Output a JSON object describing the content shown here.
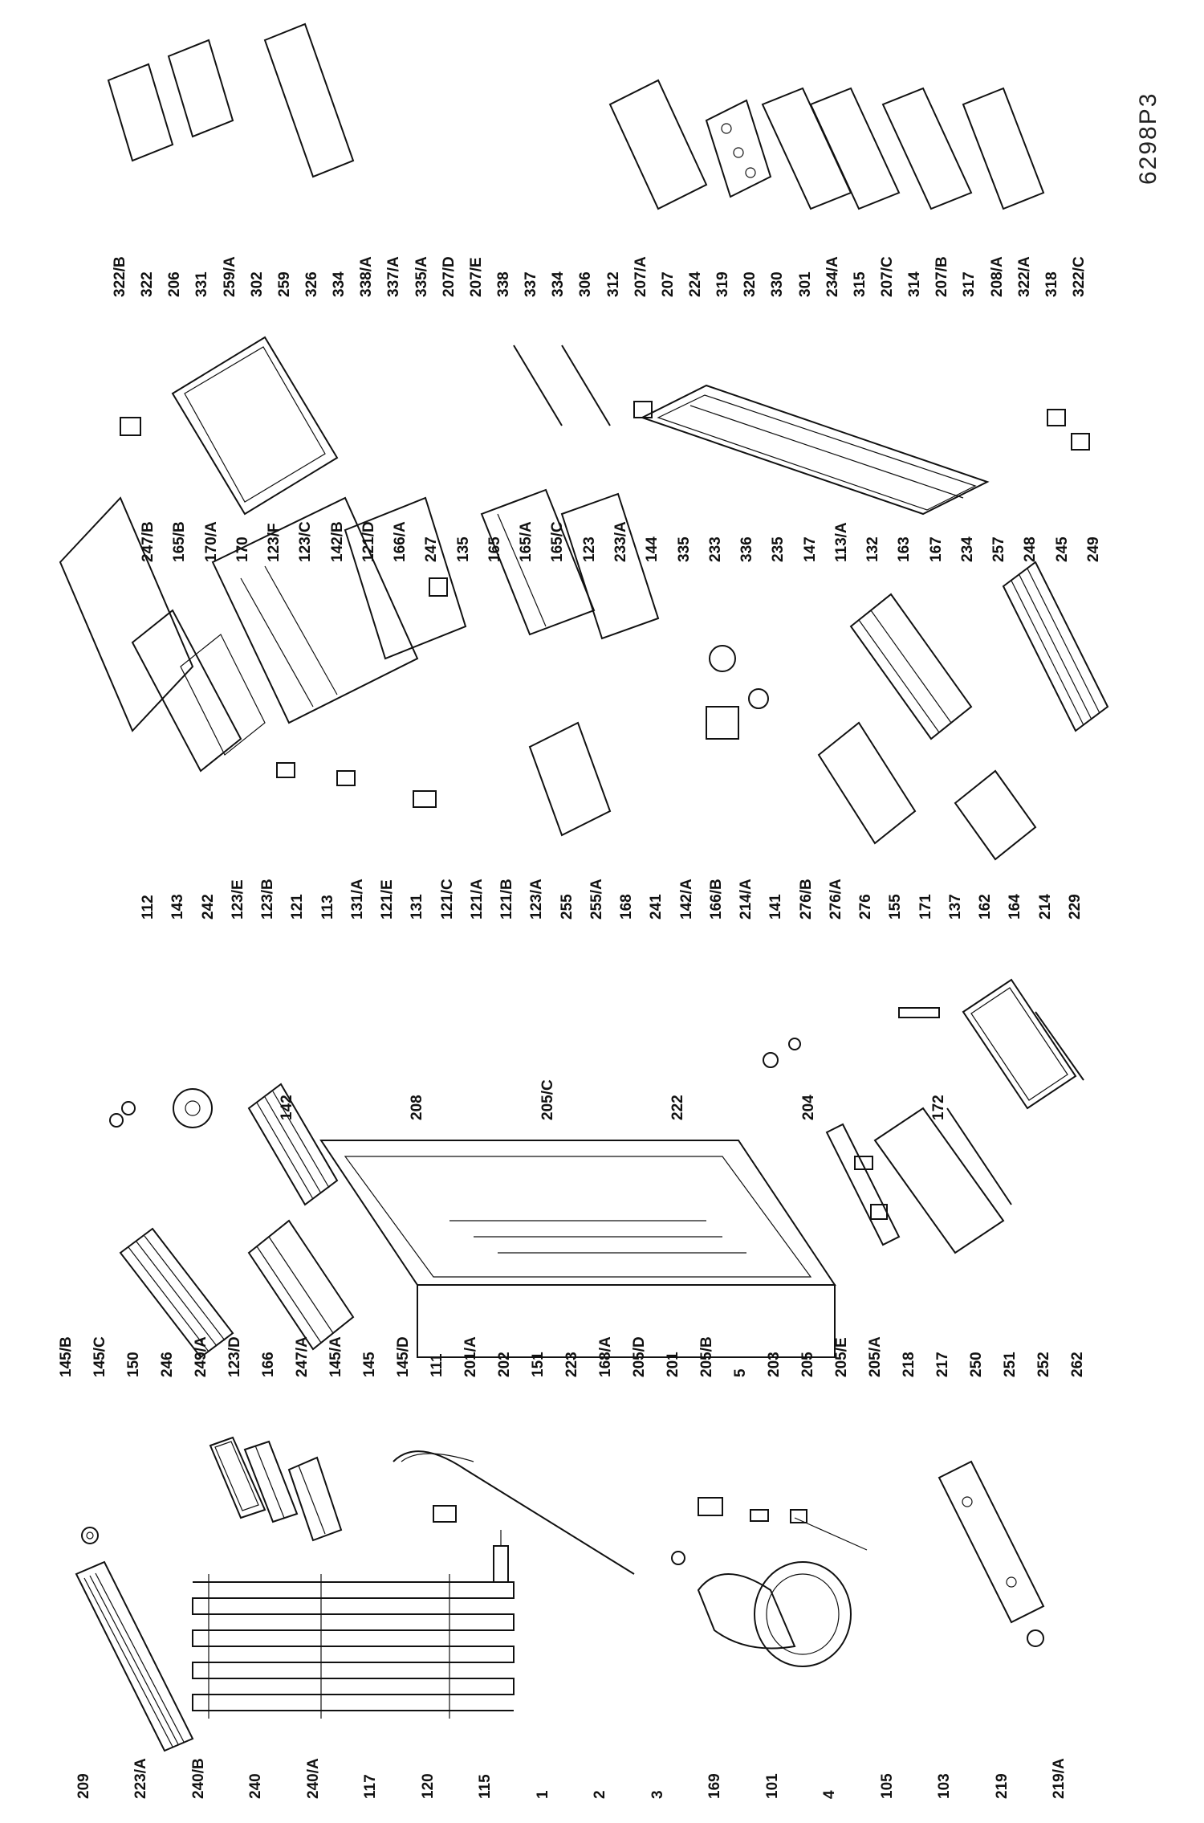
{
  "diagram": {
    "code": "6298P3",
    "labels_left": [
      "209",
      "223/A",
      "240/B",
      "240",
      "240/A",
      "117",
      "120",
      "115",
      "1",
      "2",
      "3",
      "169",
      "101",
      "4",
      "105",
      "103",
      "219",
      "219/A"
    ],
    "labels_mid": [
      "145/B",
      "145/C",
      "150",
      "246",
      "249/A",
      "123/D",
      "166",
      "247/A",
      "145/A",
      "145",
      "145/D",
      "111",
      "201/A",
      "202",
      "151",
      "223",
      "168/A",
      "205/D",
      "201",
      "205/B",
      "5",
      "203",
      "205",
      "205/E",
      "205/A",
      "218",
      "217",
      "250",
      "251",
      "252",
      "262"
    ],
    "labels_mid_right": [
      "142",
      "208",
      "205/C",
      "222",
      "204",
      "172"
    ],
    "labels_center": [
      "112",
      "143",
      "242",
      "123/E",
      "123/B",
      "121",
      "113",
      "131/A",
      "121/E",
      "131",
      "121/C",
      "121/A",
      "121/B",
      "123/A",
      "255",
      "255/A",
      "168",
      "241",
      "142/A",
      "166/B",
      "214/A",
      "141",
      "276/B",
      "276/A",
      "276",
      "155",
      "171",
      "137",
      "162",
      "164",
      "214",
      "229"
    ],
    "labels_center_top": [
      "247/B",
      "165/B",
      "170/A",
      "170",
      "123/F",
      "123/C",
      "142/B",
      "121/D",
      "166/A",
      "247",
      "135",
      "165",
      "165/A",
      "165/C",
      "123",
      "233/A",
      "144",
      "335",
      "233",
      "336",
      "235",
      "147",
      "113/A",
      "132",
      "163",
      "167",
      "234",
      "257",
      "248",
      "245",
      "249"
    ],
    "labels_right": [
      "322/B",
      "322",
      "206",
      "331",
      "259/A",
      "302",
      "259",
      "326",
      "334",
      "338/A",
      "337/A",
      "335/A",
      "207/D",
      "207/E",
      "338",
      "337",
      "334",
      "306",
      "312",
      "207/A",
      "207",
      "224",
      "319",
      "320",
      "330",
      "301",
      "234/A",
      "315",
      "207/C",
      "314",
      "207/B",
      "317",
      "208/A",
      "322/A",
      "318",
      "322/C"
    ]
  }
}
